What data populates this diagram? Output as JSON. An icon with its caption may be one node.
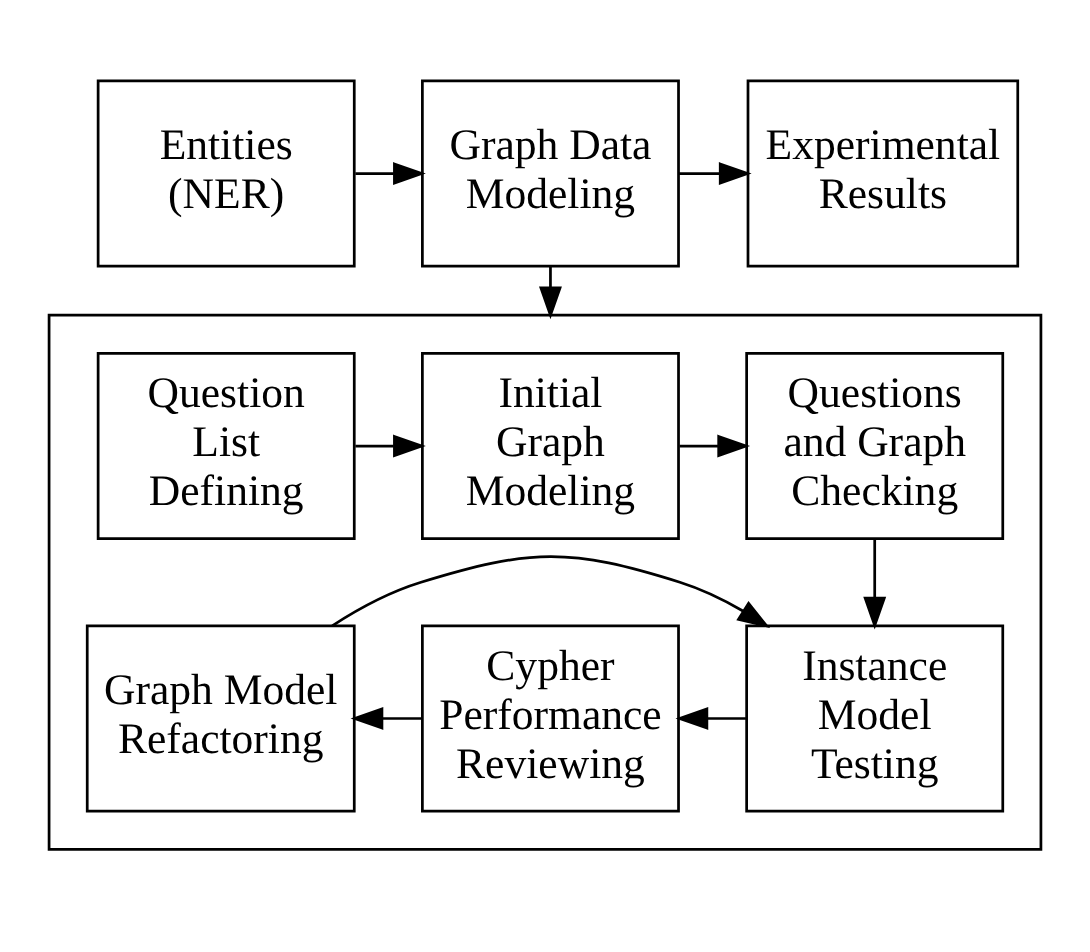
{
  "diagram": {
    "nodes": [
      {
        "text": [
          "Entities (NER)"
        ]
      },
      {
        "text": [
          "Graph Data Modeling"
        ]
      },
      {
        "text": [
          "Experimental Results"
        ]
      },
      {
        "text": [],
        "shape": "box"
      },
      {
        "text": [
          "Question List Defining"
        ],
        "in": 3
      },
      {
        "text": [
          "Initial Graph Modeling"
        ],
        "in": 3
      },
      {
        "text": [
          "Questions and Graph Checking"
        ],
        "in": 3
      },
      {
        "text": [
          "Instance Model Testing"
        ],
        "in": 3
      },
      {
        "text": [
          "Cypher Performance Reviewing"
        ],
        "in": 3
      },
      {
        "text": [
          "Graph Model Refactoring"
        ],
        "in": 3
      }
    ],
    "edges": [
      {
        "from": 0,
        "to": 1,
        "arrow": "to"
      },
      {
        "from": 1,
        "to": 2,
        "arrow": "to"
      },
      {
        "from": 1,
        "to": 3,
        "arrow": "to"
      },
      {
        "from": 4,
        "to": 5,
        "arrow": "to"
      },
      {
        "from": 5,
        "to": 6,
        "arrow": "to"
      },
      {
        "from": 6,
        "to": 7,
        "arrow": "to"
      },
      {
        "from": 7,
        "to": 8,
        "arrow": "to"
      },
      {
        "from": 8,
        "to": 9,
        "arrow": "to"
      },
      {
        "from": 9,
        "to": 7,
        "arrow": "to"
      }
    ]
  }
}
